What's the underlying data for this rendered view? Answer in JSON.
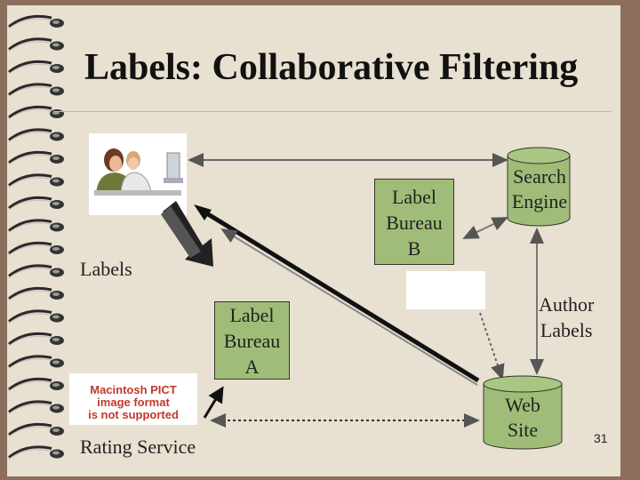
{
  "slide": {
    "title": "Labels: Collaborative Filtering",
    "page_number": "31"
  },
  "nodes": {
    "label_bureau_a": [
      "Label",
      "Bureau",
      "A"
    ],
    "label_bureau_b": [
      "Label",
      "Bureau",
      "B"
    ],
    "search_engine": [
      "Search",
      "Engine"
    ],
    "web_site": [
      "Web",
      "Site"
    ]
  },
  "labels": {
    "labels": "Labels",
    "author_labels": [
      "Author",
      "Labels"
    ],
    "rating_service": "Rating Service"
  },
  "pict_placeholder": [
    "Macintosh PICT",
    "image format",
    "is not supported"
  ],
  "colors": {
    "box_fill": "#9fbd78",
    "background": "#8c6e5c",
    "panel": "#e8e0d0",
    "arrow_dark": "#1a1a1a"
  },
  "icons": {
    "people": "people-at-computer-icon"
  }
}
